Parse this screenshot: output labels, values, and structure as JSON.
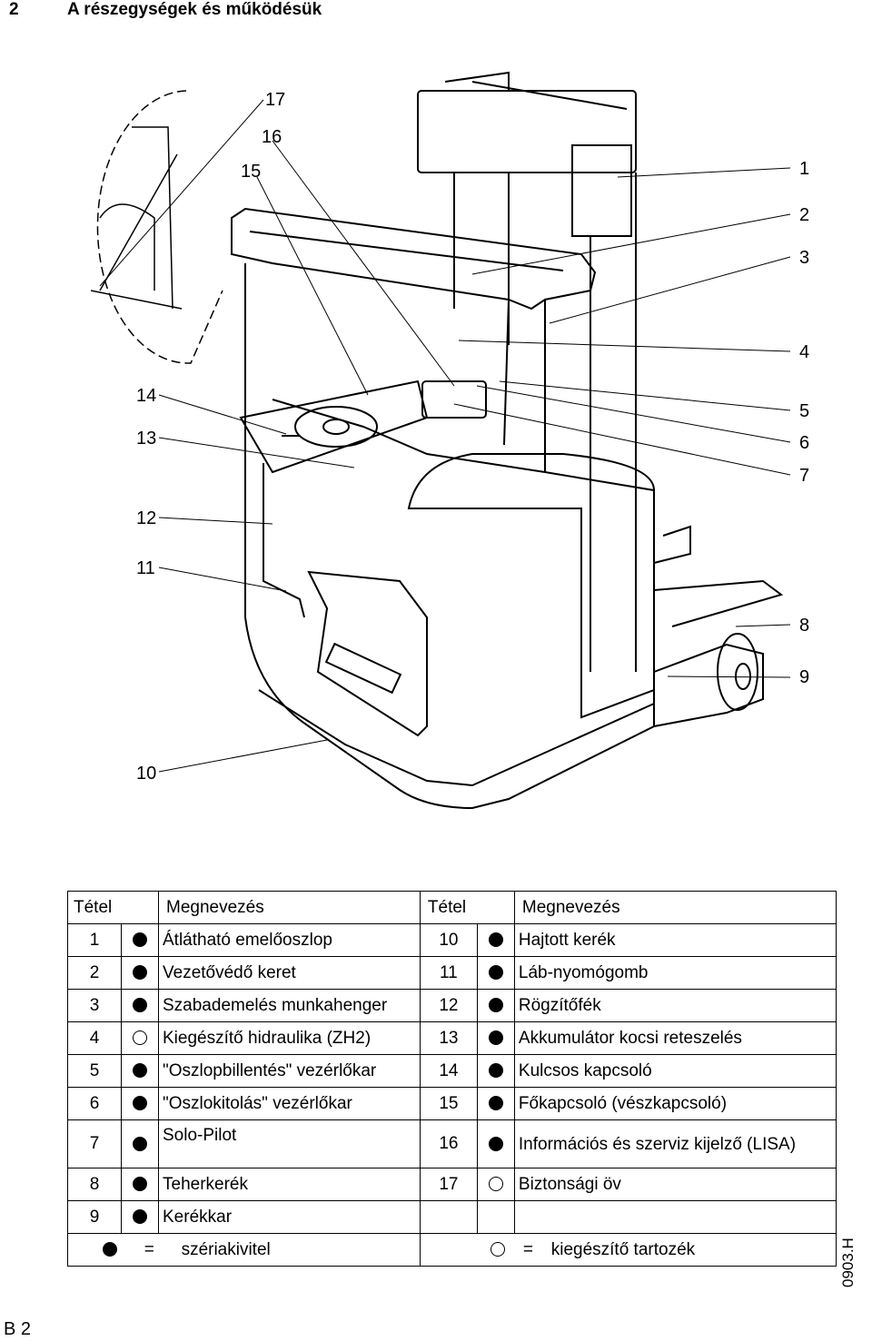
{
  "header": {
    "chapter_number": "2",
    "title": "A részegységek és működésük"
  },
  "callouts": {
    "n17": "17",
    "n16": "16",
    "n15": "15",
    "n1": "1",
    "n2": "2",
    "n3": "3",
    "n4": "4",
    "n5": "5",
    "n6": "6",
    "n7": "7",
    "n8": "8",
    "n9": "9",
    "n10": "10",
    "n11": "11",
    "n12": "12",
    "n13": "13",
    "n14": "14"
  },
  "table": {
    "headers": {
      "item_left": "Tétel",
      "name_left": "Megnevezés",
      "item_right": "Tétel",
      "name_right": "Megnevezés"
    },
    "rows": [
      {
        "l_num": "1",
        "l_name": "Átlátható emelőoszlop",
        "r_num": "10",
        "r_name": "Hajtott kerék"
      },
      {
        "l_num": "2",
        "l_name": "Vezetővédő keret",
        "r_num": "11",
        "r_name": "Láb-nyomógomb"
      },
      {
        "l_num": "3",
        "l_name": "Szabademelés munkahenger",
        "r_num": "12",
        "r_name": "Rögzítőfék"
      },
      {
        "l_num": "4",
        "l_name": "Kiegészítő hidraulika (ZH2)",
        "r_num": "13",
        "r_name": "Akkumulátor kocsi reteszelés"
      },
      {
        "l_num": "5",
        "l_name": "\"Oszlopbillentés\" vezérlőkar",
        "r_num": "14",
        "r_name": "Kulcsos kapcsoló"
      },
      {
        "l_num": "6",
        "l_name": "\"Oszlokitolás\" vezérlőkar",
        "r_num": "15",
        "r_name": "Főkapcsoló (vészkapcsoló)"
      },
      {
        "l_num": "7",
        "l_name": "Solo-Pilot",
        "r_num": "16",
        "r_name": "Információs és szerviz kijelző (LISA)"
      },
      {
        "l_num": "8",
        "l_name": "Teherkerék",
        "r_num": "17",
        "r_name": "Biztonsági öv"
      },
      {
        "l_num": "9",
        "l_name": "Kerékkar",
        "r_num": "",
        "r_name": ""
      }
    ],
    "legend": {
      "eq": "=",
      "standard": "szériakivitel",
      "optional": "kiegészítő tartozék"
    }
  },
  "doc_code": "0903.H",
  "page_number": "B 2"
}
